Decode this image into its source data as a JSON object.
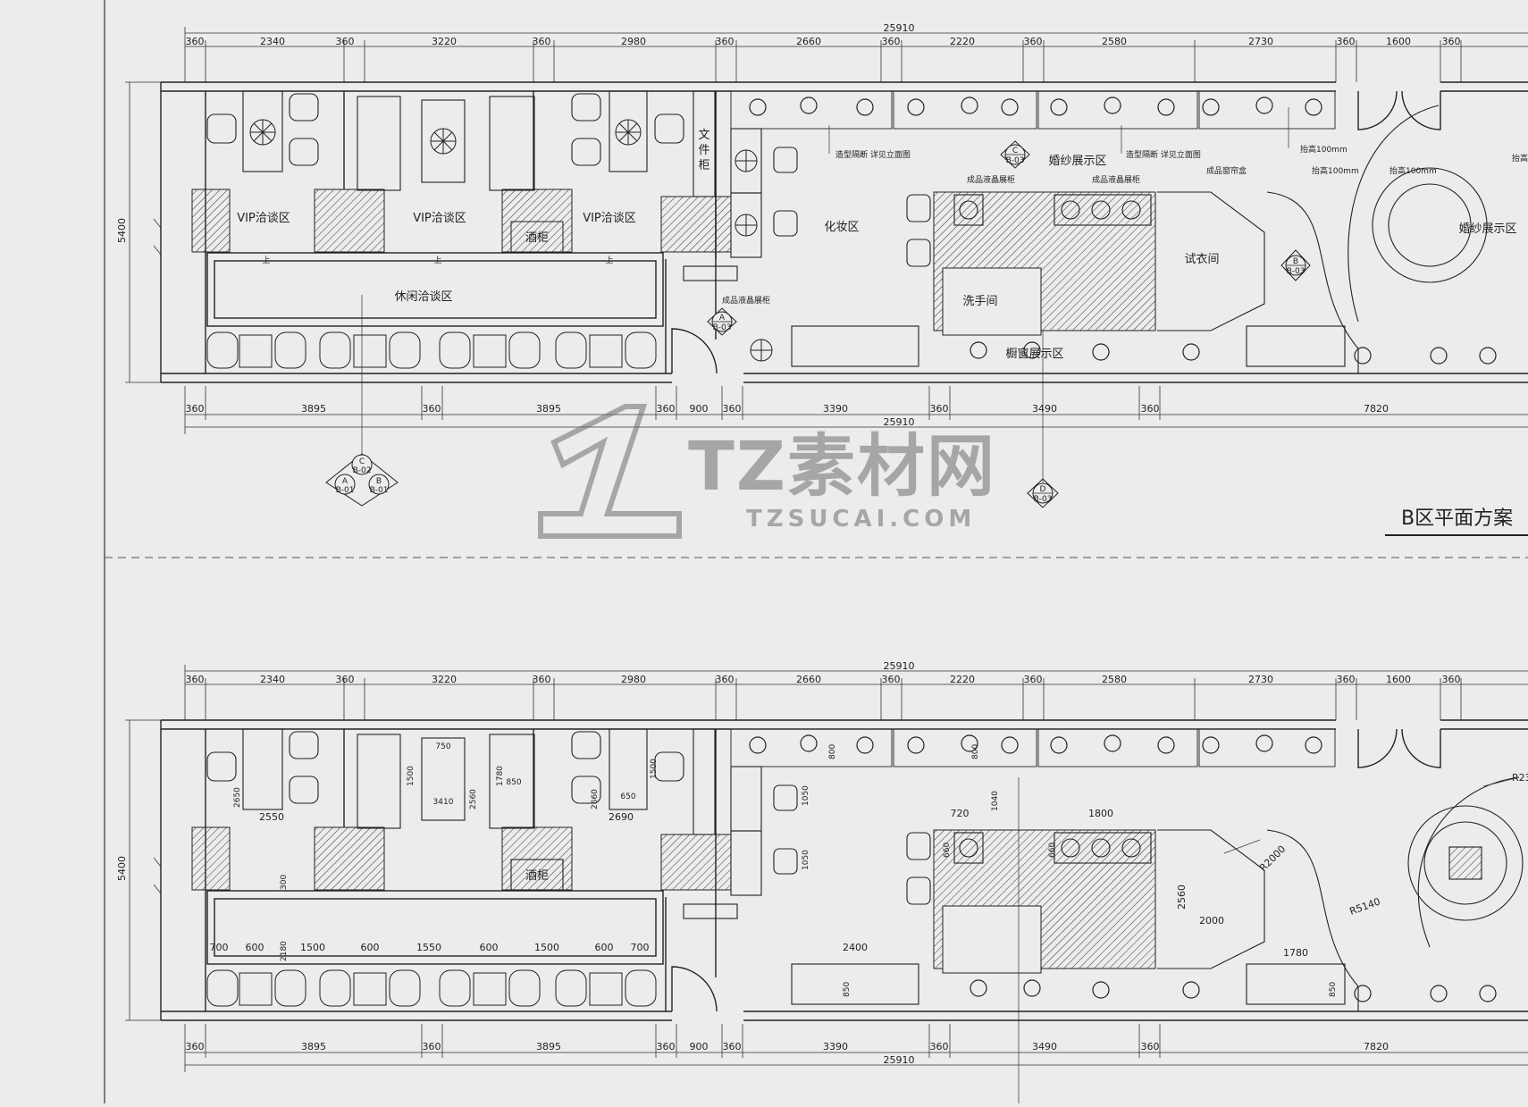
{
  "drawing": {
    "title": "B区平面方案",
    "overall_width": "25910",
    "overall_height": "5400",
    "top_dims": [
      "360",
      "2340",
      "360",
      "3220",
      "360",
      "2980",
      "360",
      "2660",
      "360",
      "2220",
      "360",
      "2580",
      "2730",
      "360",
      "1600",
      "360"
    ],
    "bottom_dims": [
      "360",
      "3895",
      "360",
      "3895",
      "360",
      "900",
      "360",
      "3390",
      "360",
      "3490",
      "360",
      "7820"
    ]
  },
  "plan1": {
    "rooms": {
      "vip1": "VIP洽谈区",
      "vip2": "VIP洽谈区",
      "vip3": "VIP洽谈区",
      "wine": "酒柜",
      "lounge": "休闲洽谈区",
      "makeup": "化妆区",
      "wedding": "婚纱展示区",
      "fitting": "试衣间",
      "washroom": "洗手间",
      "window": "橱窗展示区",
      "wedding_round": "婚纱展示区",
      "file_cab_1": "文",
      "file_cab_2": "件",
      "file_cab_3": "柜"
    },
    "notes": {
      "n1": "造型隔断  详见立面图",
      "n2": "造型隔断  详见立面图",
      "n3": "成品液晶展柜",
      "n4": "成品液晶展柜",
      "n5": "成品液晶展柜",
      "n6": "成品窗帘盒",
      "n7": "抬高100mm",
      "n8": "抬高100mm",
      "n9": "抬高100mm",
      "n10": "抬高",
      "up1": "上",
      "up2": "上",
      "up3": "上"
    },
    "markers": {
      "a_letter": "A",
      "a_ref": "B-03",
      "c_letter": "C",
      "c_ref": "B-03",
      "b_letter": "B",
      "b_ref": "B-03",
      "d_letter": "D",
      "d_ref": "B-03",
      "tri_c": "C",
      "tri_c_ref": "B-02",
      "tri_a": "A",
      "tri_a_ref": "B-01",
      "tri_b": "B",
      "tri_b_ref": "B-01"
    }
  },
  "plan2": {
    "rooms": {
      "wine": "酒柜"
    },
    "inner_dims": {
      "d750": "750",
      "d1500a": "1500",
      "d1780a": "1780",
      "d850a": "850",
      "d1500b": "1500",
      "d2650a": "2650",
      "d2550": "2550",
      "d3410": "3410",
      "d2560a": "2560",
      "d2660": "2660",
      "d650": "650",
      "d2690": "2690",
      "d800a": "800",
      "d800b": "800",
      "d1040": "1040",
      "d1050a": "1050",
      "d1050b": "1050",
      "d720": "720",
      "d1800": "1800",
      "d660a": "660",
      "d660b": "660",
      "d2560b": "2560",
      "d2000": "2000",
      "r2000": "R2000",
      "r5140": "R5140",
      "r23": "R23",
      "d300": "300",
      "d2180": "2180",
      "r700a": "700",
      "r600a": "600",
      "r1500a": "1500",
      "r600b": "600",
      "r1550": "1550",
      "r600c": "600",
      "r1500b": "1500",
      "r600d": "600",
      "r700b": "700",
      "d2400": "2400",
      "d850b": "850",
      "d1780b": "1780",
      "d850c": "850"
    }
  },
  "watermark": {
    "main": "TZ素材网",
    "sub": "TZSUCAI.COM"
  }
}
